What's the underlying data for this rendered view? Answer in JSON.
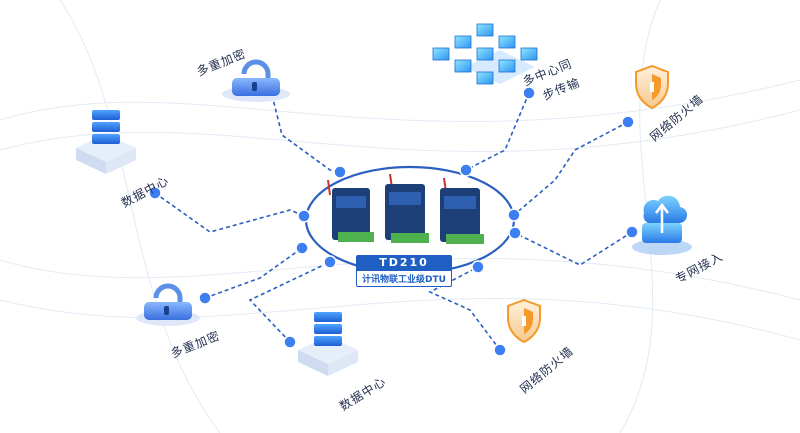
{
  "product": {
    "code": "TD210",
    "name": "计讯物联工业级DTU"
  },
  "nodes": {
    "encrypt_top": "多重加密",
    "multi_center_line1": "多中心同",
    "multi_center_line2": "步传输",
    "firewall_right": "网络防火墙",
    "datacenter_left": "数据中心",
    "private_network": "专网接入",
    "encrypt_bottom": "多重加密",
    "datacenter_bottom": "数据中心",
    "firewall_bottom": "网络防火墙"
  },
  "colors": {
    "line": "#2c5fc2",
    "dot": "#3d7ef0",
    "accent_orange": "#f39a2b",
    "cyan": "#35c8f5"
  }
}
